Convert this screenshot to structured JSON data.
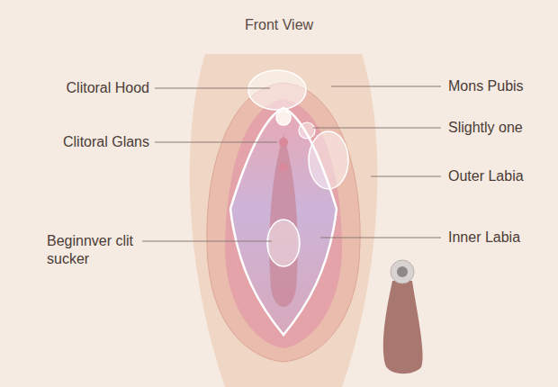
{
  "diagram": {
    "title": "Front View",
    "labels": [
      "Clitoral Hood",
      "Clitoral Glans",
      "Beginnver clit sucker",
      "Mons Pubis",
      "Slightly one",
      "Outer Labia",
      "Inner Labia"
    ]
  }
}
